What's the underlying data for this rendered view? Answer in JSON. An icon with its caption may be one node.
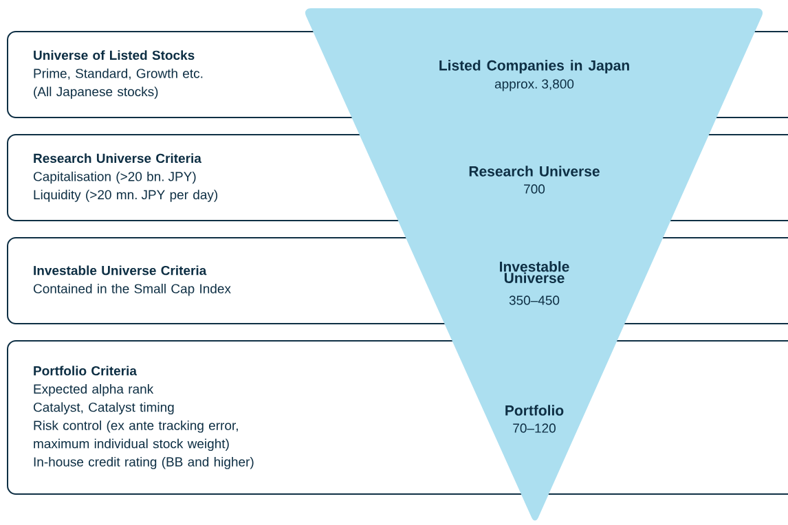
{
  "diagram": {
    "nodes": [
      {
        "text": [
          "Universe of Listed Stocks",
          "Prime, Standard, Growth etc.",
          "(All Japanese stocks)"
        ]
      },
      {
        "text": [
          "Research Universe Criteria",
          "Capitalisation (>20 bn. JPY)",
          "Liquidity (>20 mn. JPY per day)"
        ]
      },
      {
        "text": [
          "Investable Universe Criteria",
          "Contained in the Small Cap Index"
        ]
      },
      {
        "text": [
          "Portfolio Criteria",
          "Expected alpha rank",
          "Catalyst, Catalyst timing",
          "Risk control (ex ante tracking error, maximum individual stock weight)",
          "In-house credit rating (BB and higher)"
        ]
      }
    ],
    "labels": [
      "Listed Companies in Japan",
      "approx. 3,800",
      "Research Universe",
      "700",
      "Investable Universe",
      "350–450",
      "Portfolio",
      "70–120"
    ]
  }
}
